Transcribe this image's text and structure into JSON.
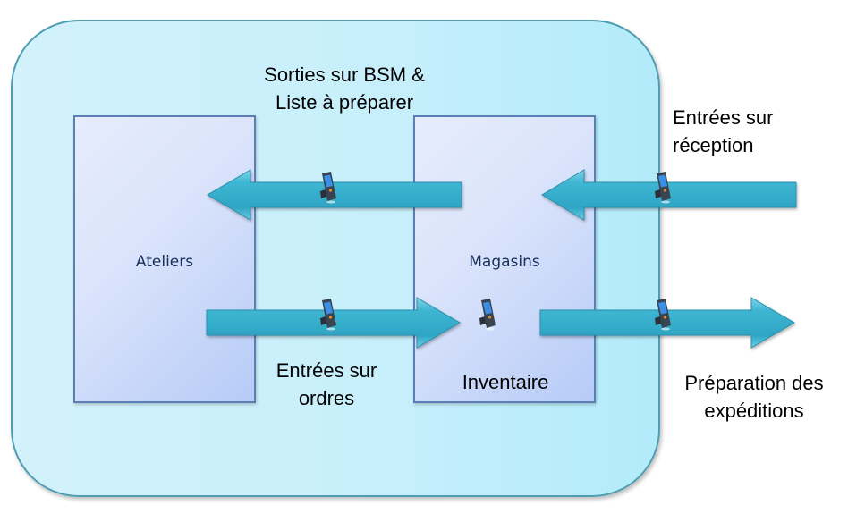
{
  "diagram": {
    "nodes": {
      "ateliers": {
        "label": "Ateliers"
      },
      "magasins": {
        "label": "Magasins"
      }
    },
    "flows": {
      "sorties": {
        "line1": "Sorties sur BSM &",
        "line2": "Liste à préparer",
        "direction": "magasins-to-ateliers"
      },
      "entrees_reception": {
        "line1": "Entrées sur",
        "line2": "réception",
        "direction": "external-to-magasins"
      },
      "entrees_ordres": {
        "line1": "Entrées sur",
        "line2": "ordres",
        "direction": "ateliers-to-magasins"
      },
      "inventaire": {
        "label": "Inventaire"
      },
      "preparation": {
        "line1": "Préparation des",
        "line2": "expéditions",
        "direction": "magasins-to-external"
      }
    },
    "colors": {
      "container_fill": "#c6effb",
      "container_border": "#4f9db2",
      "box_fill": "#dbe4fb",
      "box_border": "#5b7fb5",
      "arrow_fill": "#3bb3cf",
      "label_text": "#000000",
      "box_text": "#1a2f5a"
    }
  }
}
